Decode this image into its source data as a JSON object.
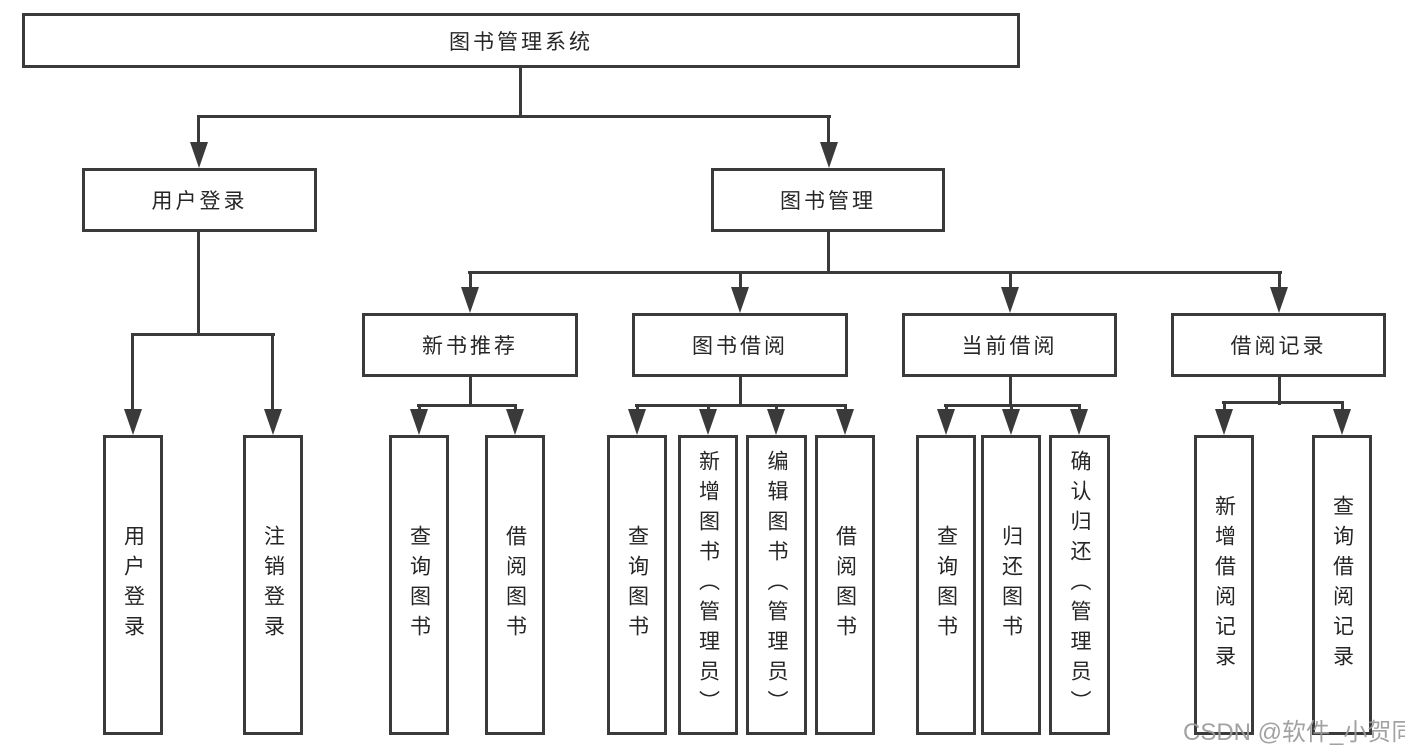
{
  "nodes": {
    "root": {
      "label": "图书管理系统"
    },
    "user_login": {
      "label": "用户登录"
    },
    "book_management": {
      "label": "图书管理"
    },
    "new_book_recommend": {
      "label": "新书推荐"
    },
    "book_borrow": {
      "label": "图书借阅"
    },
    "current_borrow": {
      "label": "当前借阅"
    },
    "borrow_records": {
      "label": "借阅记录"
    },
    "leaf_user_login": {
      "label": "用户登录"
    },
    "leaf_logout": {
      "label": "注销登录"
    },
    "leaf_query_books_1": {
      "label": "查询图书"
    },
    "leaf_borrow_books_1": {
      "label": "借阅图书"
    },
    "leaf_query_books_2": {
      "label": "查询图书"
    },
    "leaf_add_book_admin": {
      "label": "新增图书（管理员）"
    },
    "leaf_edit_book_admin": {
      "label": "编辑图书（管理员）"
    },
    "leaf_borrow_books_2": {
      "label": "借阅图书"
    },
    "leaf_query_books_3": {
      "label": "查询图书"
    },
    "leaf_return_book": {
      "label": "归还图书"
    },
    "leaf_confirm_return_admin": {
      "label": "确认归还（管理员）"
    },
    "leaf_add_borrow_record": {
      "label": "新增借阅记录"
    },
    "leaf_query_borrow_record": {
      "label": "查询借阅记录"
    }
  },
  "watermark": "CSDN @软件_小贺同学",
  "colors": {
    "line": "#3a3a3a",
    "text": "#262626",
    "watermark": "#9b9b9b",
    "background": "#ffffff"
  }
}
